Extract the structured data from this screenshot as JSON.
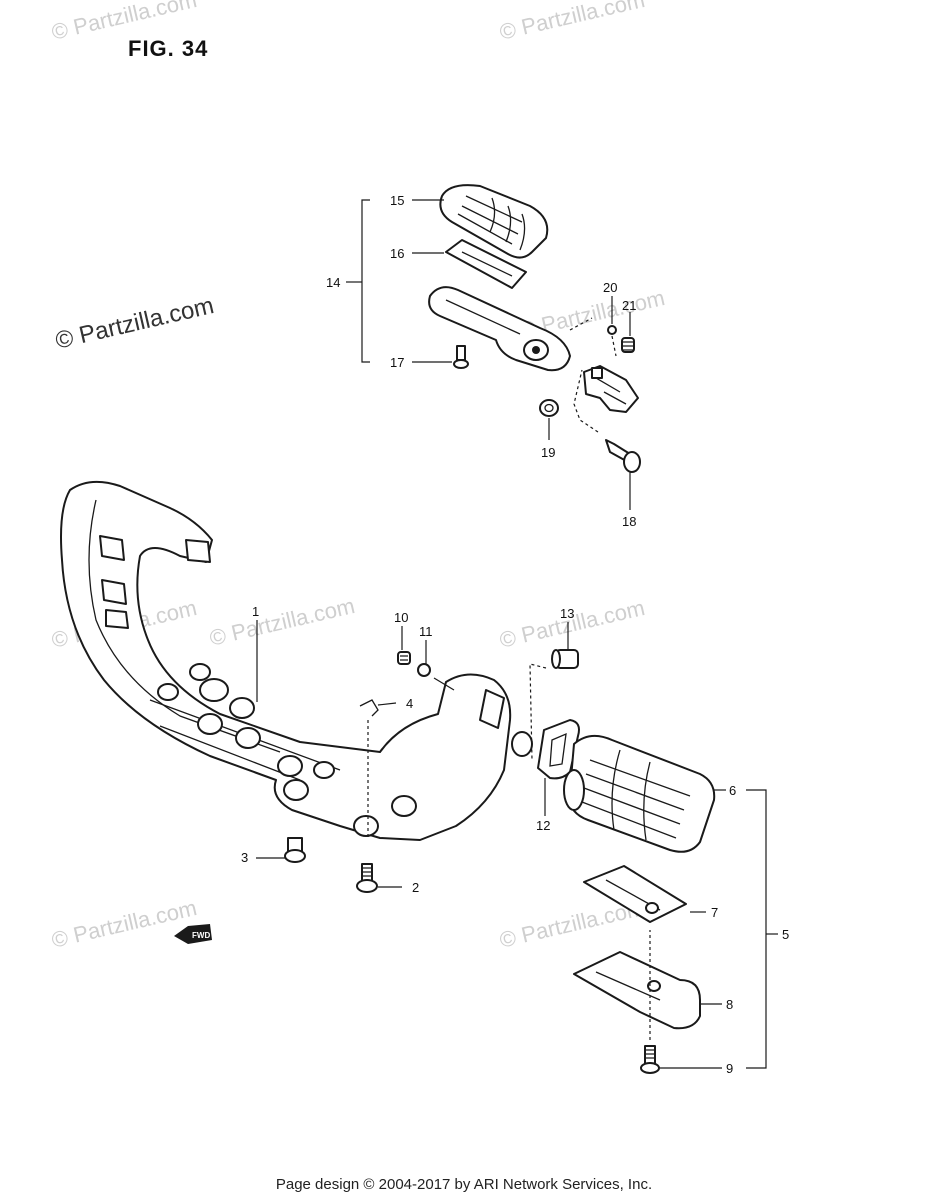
{
  "figure": {
    "title": "FIG. 34"
  },
  "watermarks": [
    {
      "text": "© Partzilla.com"
    },
    {
      "text": "© Partzilla.com"
    },
    {
      "text": "© Partzilla.com"
    },
    {
      "text": "© Partzilla.com"
    },
    {
      "text": "© Partzilla.com"
    },
    {
      "text": "© Partzilla.com"
    },
    {
      "text": "© Partzilla.com"
    },
    {
      "text": "© Partzilla.com"
    },
    {
      "text": "© Partzilla.com"
    }
  ],
  "callouts": {
    "p1": "1",
    "p2": "2",
    "p3": "3",
    "p4": "4",
    "p5": "5",
    "p6": "6",
    "p7": "7",
    "p8": "8",
    "p9": "9",
    "p10": "10",
    "p11": "11",
    "p12": "12",
    "p13": "13",
    "p14": "14",
    "p15": "15",
    "p16": "16",
    "p17": "17",
    "p18": "18",
    "p19": "19",
    "p20": "20",
    "p21": "21"
  },
  "direction_badge": "FWD",
  "footer": "Page design © 2004-2017 by ARI Network Services, Inc."
}
